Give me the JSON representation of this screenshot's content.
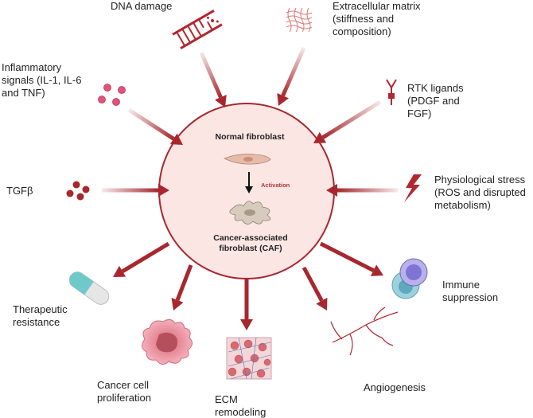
{
  "center": {
    "top_label": "Normal fibroblast",
    "activation_label": "Activation",
    "bottom_label": "Cancer-associated fibroblast (CAF)"
  },
  "inputs": [
    {
      "id": "dna",
      "label": "DNA damage",
      "icon": "dna-helix-icon"
    },
    {
      "id": "ecm",
      "label": "Extracellular matrix (stiffness and composition)",
      "icon": "mesh-icon"
    },
    {
      "id": "inflam",
      "label": "Inflammatory signals (IL-1, IL-6 and TNF)",
      "icon": "dots-icon"
    },
    {
      "id": "rtk",
      "label": "RTK ligands (PDGF and FGF)",
      "icon": "receptor-icon"
    },
    {
      "id": "tgf",
      "label": "TGFβ",
      "icon": "dots-icon"
    },
    {
      "id": "stress",
      "label": "Physiological stress (ROS and disrupted metabolism)",
      "icon": "lightning-icon"
    }
  ],
  "outputs": [
    {
      "id": "therapy",
      "label": "Therapeutic resistance",
      "icon": "capsule-icon"
    },
    {
      "id": "prolif",
      "label": "Cancer cell proliferation",
      "icon": "cancer-cell-icon"
    },
    {
      "id": "remodel",
      "label": "ECM remodeling",
      "icon": "tissue-icon"
    },
    {
      "id": "angio",
      "label": "Angiogenesis",
      "icon": "vessels-icon"
    },
    {
      "id": "immune",
      "label": "Immune suppression",
      "icon": "immune-cells-icon"
    }
  ],
  "colors": {
    "arrow": "#a8272e",
    "circle_fill": "#fbe6e4",
    "circle_stroke": "#a8272e",
    "text": "#222222"
  }
}
